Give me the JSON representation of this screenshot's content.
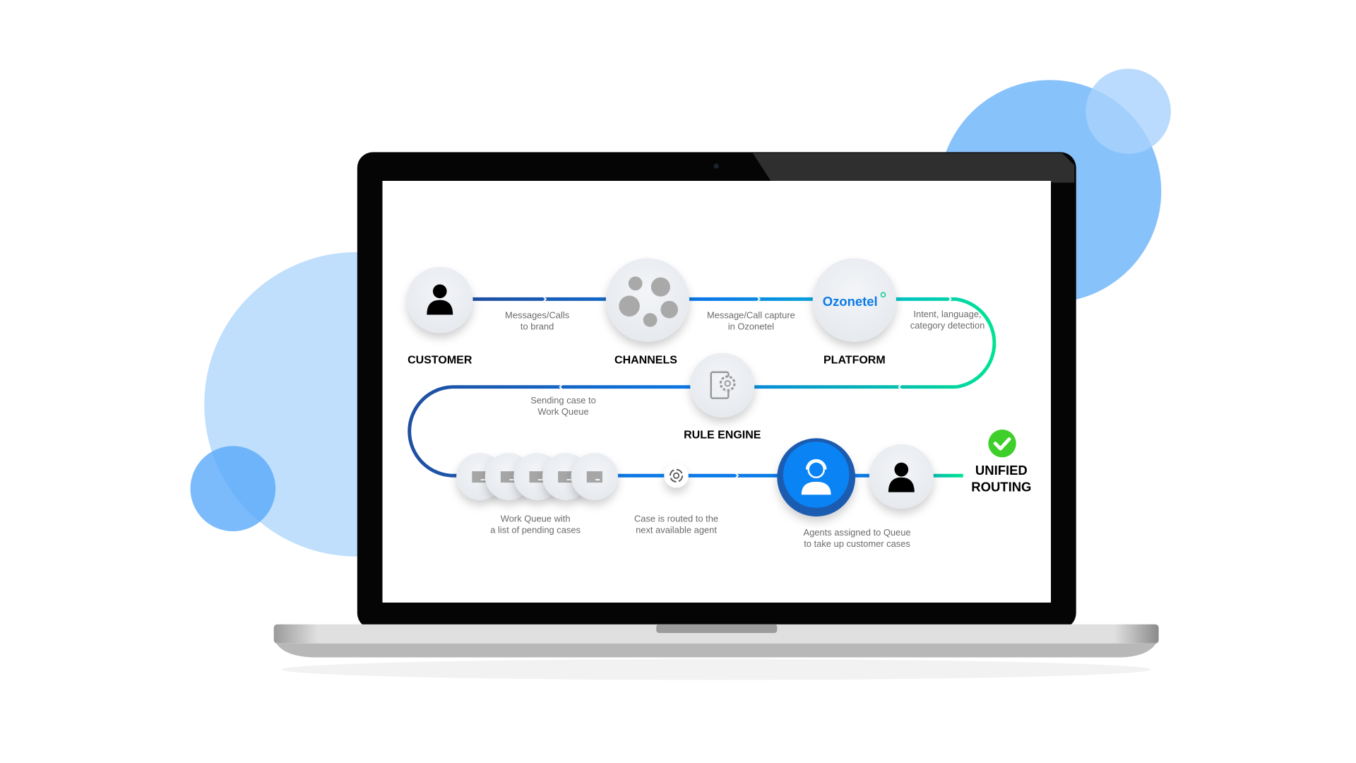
{
  "colors": {
    "accent_blue": "#0a7ae8",
    "dark_blue": "#1f4fa0",
    "green": "#00e08a",
    "check_green": "#3fcf2a",
    "bubble_light": "#bfdffd",
    "bubble_mid": "#88c2fb"
  },
  "nodes": {
    "customer": {
      "title": "CUSTOMER",
      "icon": "person-icon"
    },
    "channels": {
      "title": "CHANNELS",
      "icons": [
        "bot-icon",
        "whatsapp-icon",
        "voice-icon",
        "phone-icon",
        "chat-icon"
      ]
    },
    "platform": {
      "title": "PLATFORM",
      "logo": "Ozonetel"
    },
    "rule_engine": {
      "title": "RULE ENGINE",
      "icon": "scroll-gear-icon"
    },
    "work_queue": {
      "icon": "folder-icon",
      "count": 5
    },
    "routing": {
      "icon": "routing-gear-icon"
    },
    "agent": {
      "icon": "agent-headset-icon"
    },
    "end_customer": {
      "icon": "person-icon"
    },
    "result": {
      "line1": "UNIFIED",
      "line2": "ROUTING",
      "icon": "check-icon"
    }
  },
  "labels": {
    "messages_calls": [
      "Messages/Calls",
      "to brand"
    ],
    "capture": [
      "Message/Call capture",
      "in Ozonetel"
    ],
    "intent": [
      "Intent, language,",
      "category detection"
    ],
    "sending": [
      "Sending case to",
      "Work Queue"
    ],
    "work_queue": [
      "Work Queue with",
      "a list of pending cases"
    ],
    "routed": [
      "Case is routed to the",
      "next available agent"
    ],
    "agents": [
      "Agents assigned to Queue",
      "to take up customer cases"
    ]
  }
}
